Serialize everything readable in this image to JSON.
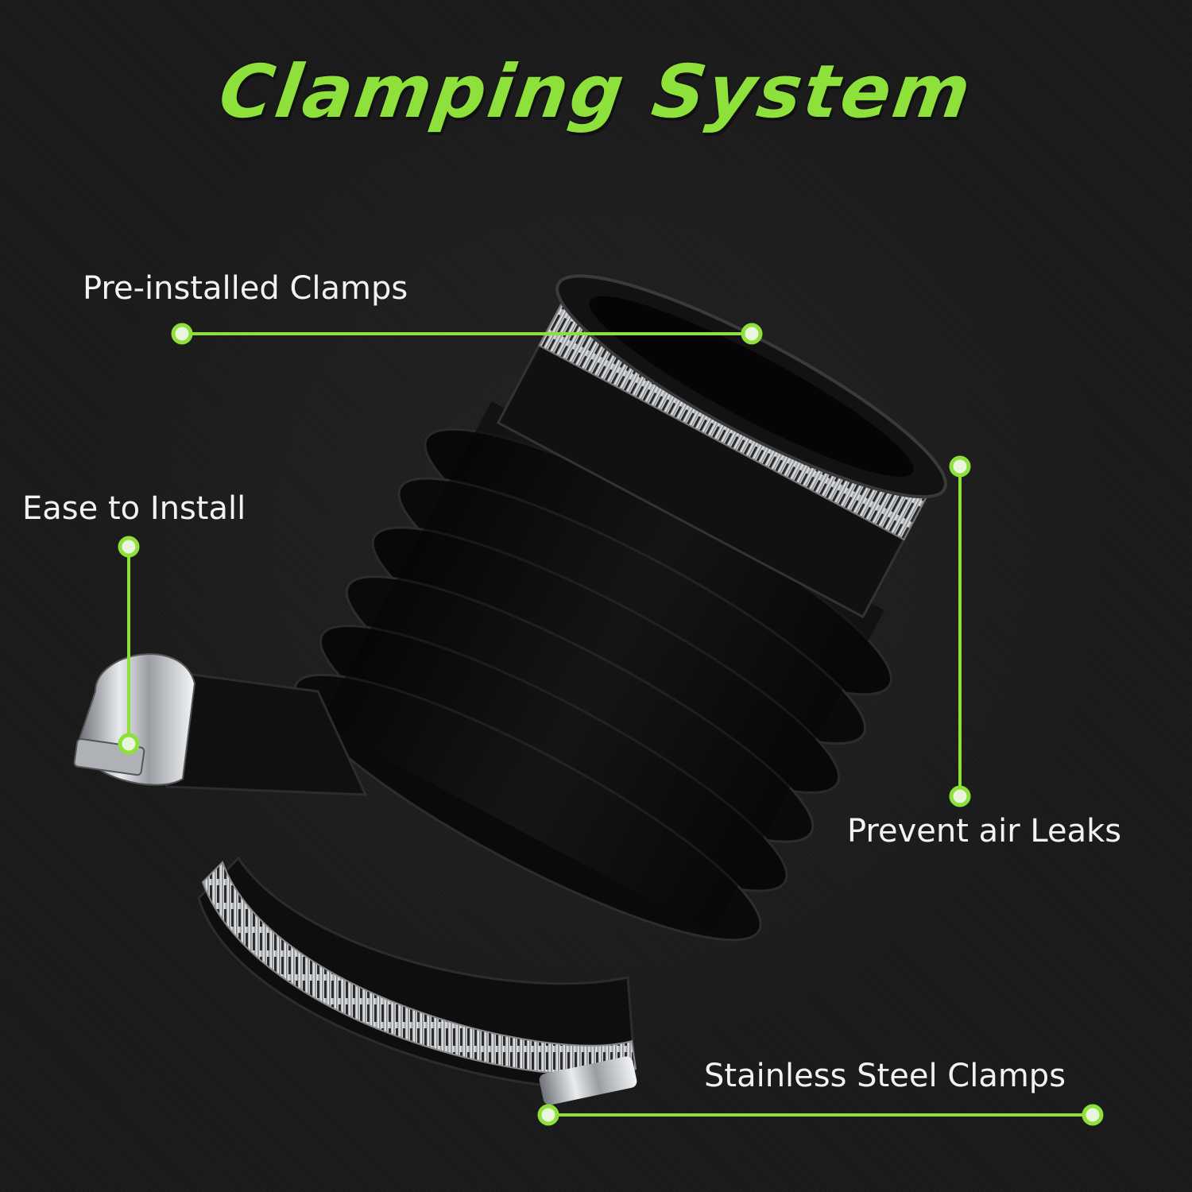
{
  "title": "Clamping System",
  "callouts": {
    "pre_installed": "Pre-installed Clamps",
    "ease_install": "Ease to Install",
    "prevent_leaks": "Prevent air Leaks",
    "stainless": "Stainless Steel Clamps"
  },
  "colors": {
    "accent": "#8ee03a",
    "background": "#1a1a1a",
    "rubber": "#0d0d0d",
    "steel": "#c9ccd0"
  }
}
